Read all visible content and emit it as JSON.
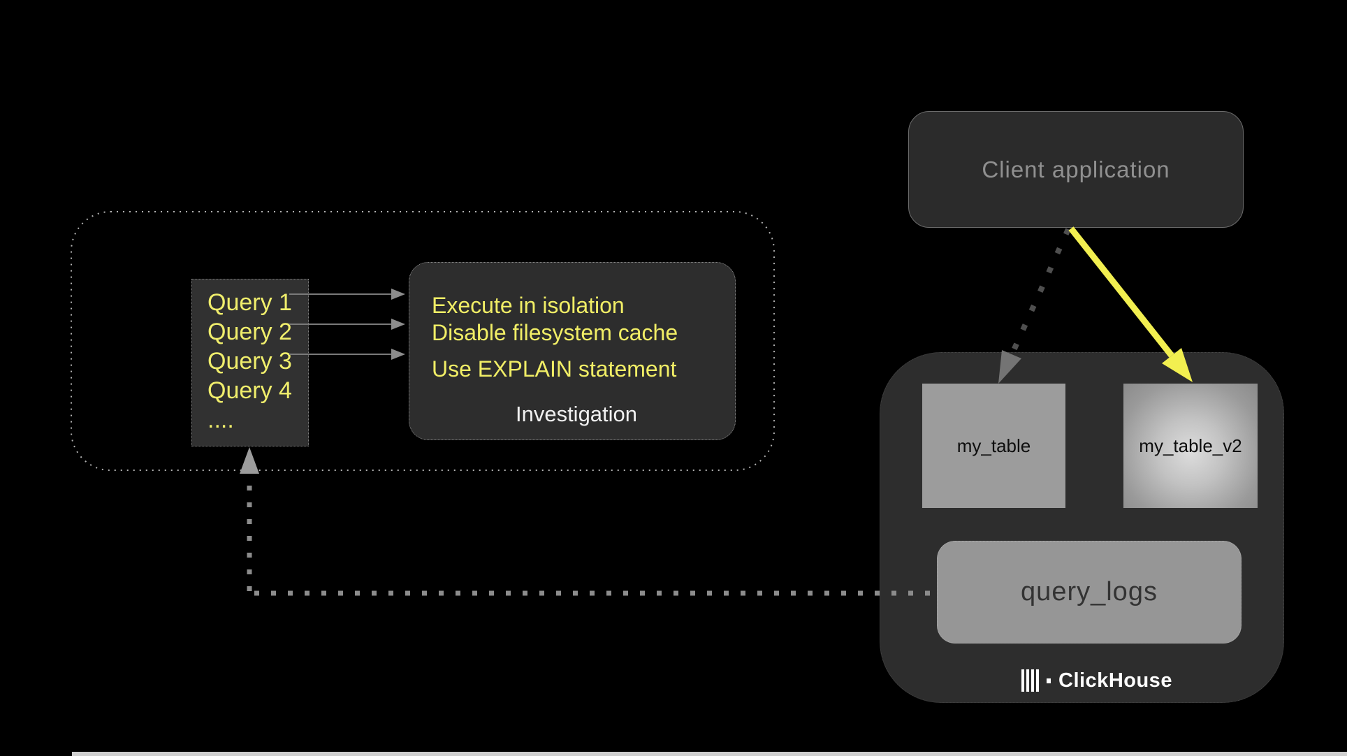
{
  "client": {
    "label": "Client application"
  },
  "queries": {
    "items": [
      "Query 1",
      "Query 2",
      "Query 3",
      "Query 4",
      "...."
    ]
  },
  "investigation": {
    "tip_1": "Execute in isolation",
    "tip_2": "Disable filesystem cache",
    "tip_3": "Use EXPLAIN statement",
    "caption": "Investigation"
  },
  "clickhouse": {
    "table_main": "my_table",
    "table_new": "my_table_v2",
    "logs": "query_logs",
    "brand": "ClickHouse"
  },
  "colors": {
    "background": "#000000",
    "panel_dark": "#2d2d2d",
    "accent_yellow": "#f1ee5f",
    "table_gray": "#9c9c9c",
    "muted_text": "#909090",
    "connector_gray": "#8c8c8c"
  }
}
